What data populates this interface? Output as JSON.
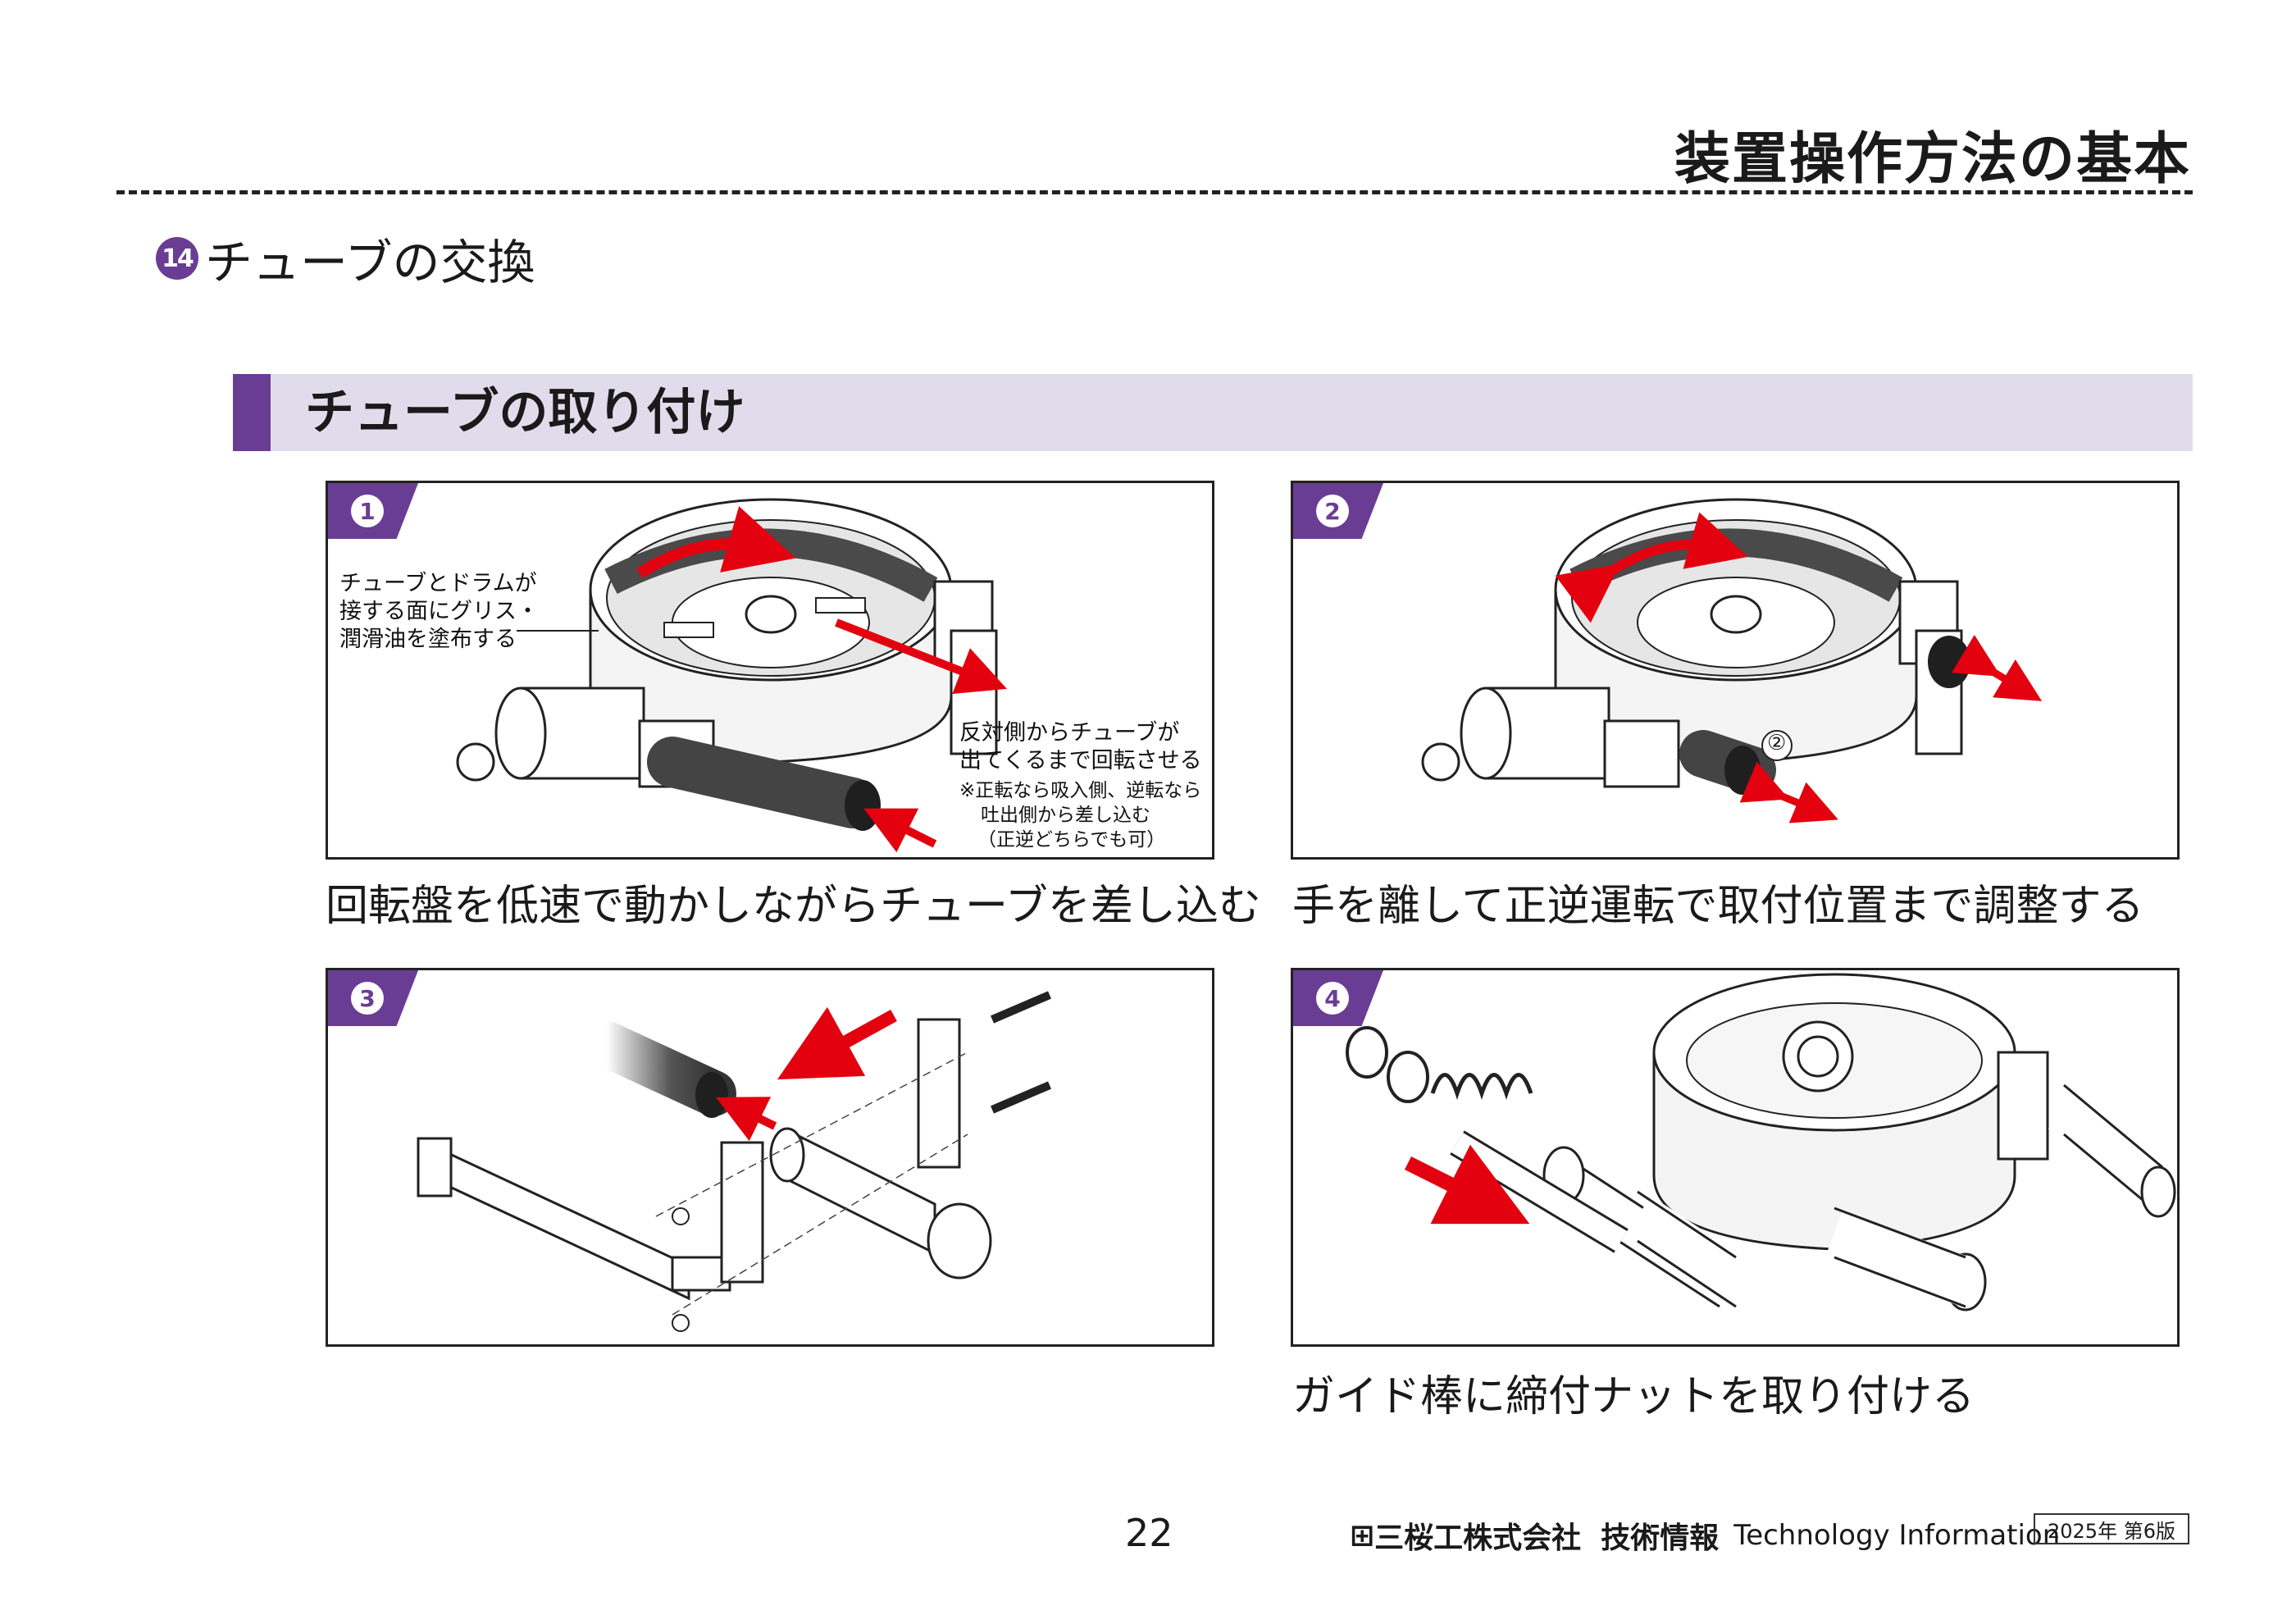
{
  "header": {
    "title": "装置操作方法の基本"
  },
  "section": {
    "number": "14",
    "title": "チューブの交換"
  },
  "subsection": {
    "title": "チューブの取り付け"
  },
  "panels": [
    {
      "step": "1",
      "caption": "回転盤を低速で動かしながらチューブを差し込む",
      "notes": {
        "grease_1": "チューブとドラムが",
        "grease_2": "接する面にグリス・",
        "grease_3": "潤滑油を塗布する",
        "rotate_1": "反対側からチューブが",
        "rotate_2": "出てくるまで回転させる",
        "direction_1": "※正転なら吸入側、逆転なら",
        "direction_2": "吐出側から差し込む",
        "direction_3": "（正逆どちらでも可）"
      }
    },
    {
      "step": "2",
      "caption": "手を離して正逆運転で取付位置まで調整する",
      "marker": "②"
    },
    {
      "step": "3",
      "caption": ""
    },
    {
      "step": "4",
      "caption": "ガイド棒に締付ナットを取り付ける"
    }
  ],
  "footer": {
    "page_number": "22",
    "brand": "三桜工株式会社",
    "brand_mark": "⊞",
    "tech_info": "技術情報",
    "english": "Technology Information",
    "edition": "2025年 第6版"
  },
  "colors": {
    "accent": "#6a3d94",
    "band": "#e1dcec",
    "arrow": "#e3000f"
  }
}
